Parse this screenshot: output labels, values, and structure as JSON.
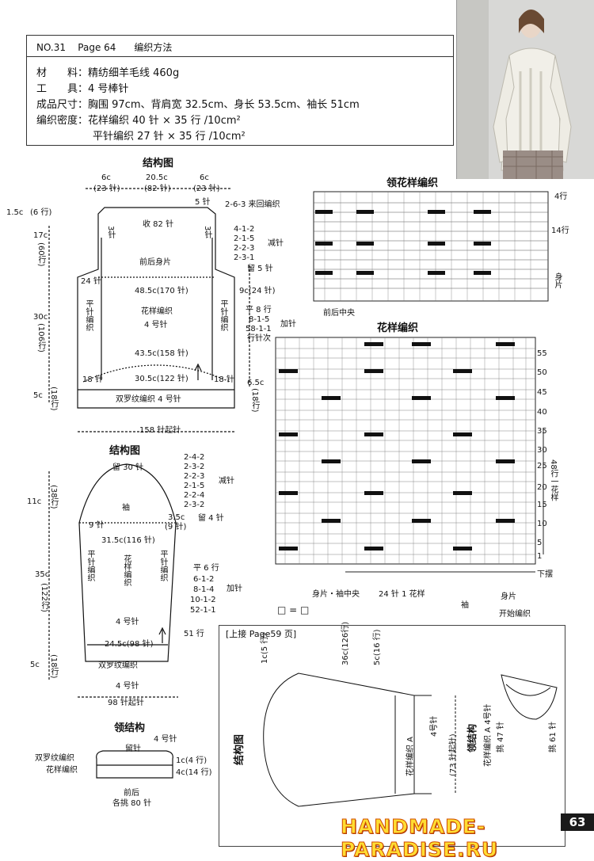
{
  "header": {
    "no": "NO.31",
    "page": "Page 64",
    "title": "编织方法",
    "material": "材　　料：精纺细羊毛线 460g",
    "tool": "工　　具：4 号棒针",
    "size": "成品尺寸：胸围 97cm、背肩宽 32.5cm、身长 53.5cm、袖长 51cm",
    "gauge1": "编织密度：花样编织  40 针 × 35 行 /10cm²",
    "gauge2": "平针编织  27 针 × 35 行 /10cm²"
  },
  "body": {
    "title": "结构图",
    "top_l": "6c",
    "top_l2": "(23 针)",
    "top_m": "20.5c",
    "top_m2": "(82 针)",
    "top_r": "6c",
    "top_r2": "(23 针)",
    "l1": "1.5c",
    "l1b": "(6 行)",
    "l2": "17c",
    "l2b": "(60行)",
    "l3": "30c",
    "l3b": "(106行)",
    "l4": "5c",
    "l4b": "(18行)",
    "r_5": "5 针",
    "r_263": "2-6-3 来回编织",
    "dec": [
      "4-1-2",
      "2-1-5",
      "2-2-3",
      "2-3-1"
    ],
    "dec_lbl": "减针",
    "shou": "收 82 针",
    "three_l": "3针",
    "three_r": "3针",
    "front": "前后身片",
    "liu5": "留 5 针",
    "n24": "24 针",
    "w485": "48.5c(170 针)",
    "w9": "9c(24 针)",
    "pattern": "花样编织",
    "needle": "4 号针",
    "flat_l": "平针编织",
    "flat_r": "平针编织",
    "inc": [
      "平 8 行",
      "8-1-5",
      "58-1-1",
      "行针次"
    ],
    "inc_lbl": "加针",
    "w435": "43.5c(158 针)",
    "w305": "30.5c(122 针)",
    "n18_l": "18 针",
    "n18_r": "18 针",
    "c65": "6.5c",
    "c65b": "(18行)",
    "rib": "双罗纹编织  4 号针",
    "cast": "158 针起针"
  },
  "sleeve": {
    "title": "结构图",
    "liu30": "留 30 针",
    "dec": [
      "2-4-2",
      "2-3-2",
      "2-2-3",
      "2-1-5",
      "2-2-4",
      "2-3-2"
    ],
    "dec_lbl": "减针",
    "c11": "11c",
    "c11b": "(38行)",
    "xiu": "袖",
    "n9l": "9 针",
    "c35": "3.5c",
    "n9r": "(9 针)",
    "liu4": "留 4 针",
    "w315": "31.5c(116 针)",
    "flat_l": "平针编织",
    "flat_r": "平针编织",
    "pattern": "花样编织",
    "c35b": "35c",
    "c35c": "(122行)",
    "inc": [
      "平 6 行",
      "6-1-2",
      "8-1-4",
      "10-1-2",
      "52-1-1"
    ],
    "inc_lbl": "加针",
    "needle": "4 号针",
    "w245": "24.5c(98 针)",
    "c51": "51 行",
    "c5": "5c",
    "c5b": "(18行)",
    "rib": "双罗纹编织",
    "needle2": "4 号针",
    "cast": "98 针起针"
  },
  "collar": {
    "title": "领结构",
    "needle": "4 号针",
    "liu": "留针",
    "rib": "双罗纹编织",
    "pat": "花样编织",
    "c1": "1c(4 行)",
    "c4": "4c(14 行)",
    "fb": "前后",
    "pick": "各挑 80 针"
  },
  "neck_chart": {
    "title": "领花样编织",
    "r4": "4行",
    "r14": "14行",
    "body": "身片",
    "center": "前后中央"
  },
  "pattern_chart": {
    "title": "花样编织",
    "rows": [
      "55",
      "50",
      "45",
      "40",
      "35",
      "30",
      "25",
      "20",
      "15",
      "10",
      "5",
      "1"
    ],
    "side": "48行一花样",
    "bottom_l": "身片・袖中央",
    "bottom_m": "24 针 1 花样",
    "hem": "下摆",
    "xiu": "袖",
    "shen": "身片",
    "start": "开始编织",
    "legend": "□ = □"
  },
  "inset": {
    "top": "[上接 Page59 页]",
    "title": "结构图",
    "needle": "4号针",
    "pattern": "花样编织 A",
    "nj": "领结构",
    "nj2": "花样编织 A  4号针",
    "nj3": "挑 47 针",
    "nj4": "挑 61 针",
    "c73": "(73 针起针)",
    "m5": "5c(16 行)",
    "m36": "36c(126行)",
    "m1": "1c(5 行)"
  },
  "footer": {
    "site": "HANDMADE-PARADISE.RU",
    "page": "63"
  }
}
